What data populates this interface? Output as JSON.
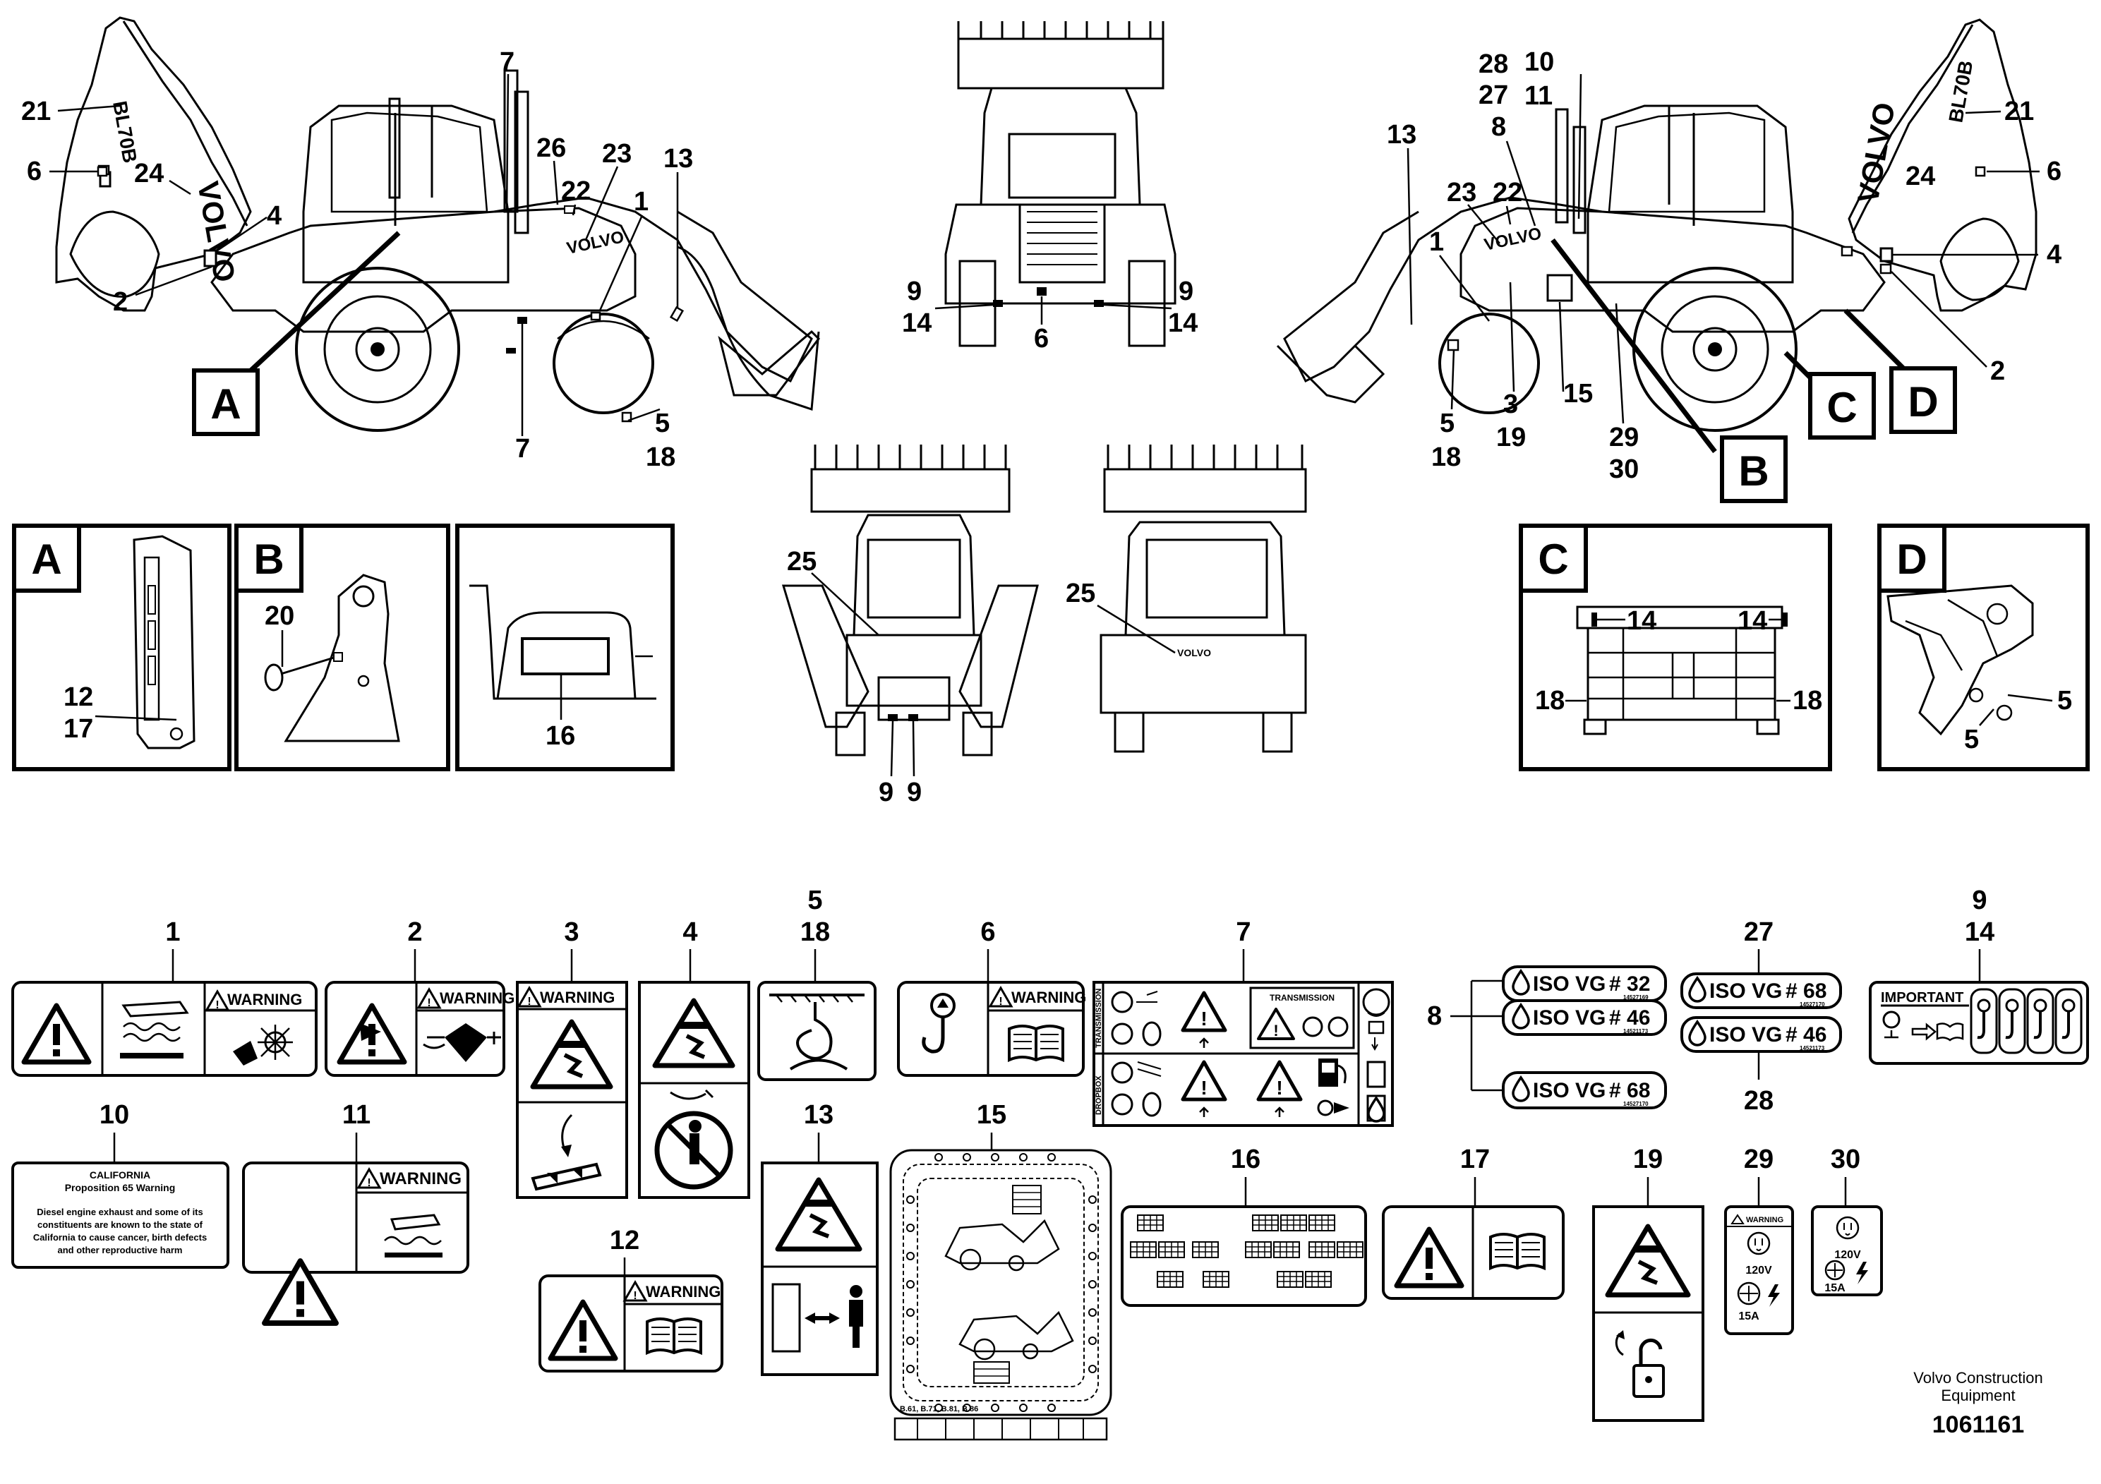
{
  "callouts": {
    "left_view": {
      "c21": "21",
      "c6": "6",
      "c24": "24",
      "c4": "4",
      "c2": "2",
      "c7a": "7",
      "c7b": "7",
      "c26": "26",
      "c22": "22",
      "c23": "23",
      "c13": "13",
      "c1": "1",
      "c5": "5",
      "c18": "18",
      "detail": "A"
    },
    "front_view": {
      "c9a": "9",
      "c14a": "14",
      "c6": "6",
      "c9b": "9",
      "c14b": "14"
    },
    "rear_view_1": {
      "c25": "25",
      "c9a": "9",
      "c9b": "9"
    },
    "rear_view_2": {
      "c25": "25"
    },
    "right_view": {
      "c28": "28",
      "c27": "27",
      "c10": "10",
      "c11": "11",
      "c8": "8",
      "c13": "13",
      "c23": "23",
      "c22": "22",
      "c1": "1",
      "c21": "21",
      "c6": "6",
      "c24": "24",
      "c4": "4",
      "c2": "2",
      "c3": "3",
      "c19": "19",
      "c15": "15",
      "c29": "29",
      "c30": "30",
      "c5": "5",
      "c18": "18",
      "detail_b": "B",
      "detail_c": "C",
      "detail_d": "D"
    }
  },
  "details": {
    "A": {
      "letter": "A",
      "c12": "12",
      "c17": "17"
    },
    "B": {
      "letter": "B",
      "c20": "20"
    },
    "unlabeled": {
      "c16": "16"
    },
    "C": {
      "letter": "C",
      "c14a": "14",
      "c14b": "14",
      "c18a": "18",
      "c18b": "18"
    },
    "D": {
      "letter": "D",
      "c5a": "5",
      "c5b": "5"
    }
  },
  "decals": {
    "d1": {
      "num": "1",
      "warning": "WARNING"
    },
    "d2": {
      "num": "2",
      "warning": "WARNING"
    },
    "d3": {
      "num": "3",
      "warning": "WARNING"
    },
    "d4": {
      "num": "4"
    },
    "d5": {
      "num_top": "5",
      "num_bottom": "18"
    },
    "d6": {
      "num": "6",
      "warning": "WARNING"
    },
    "d7": {
      "num": "7",
      "transmission_left": "TRANSMISSION",
      "transmission_right": "TRANSMISSION",
      "dropbox": "DROPBOX"
    },
    "d8": {
      "num": "8",
      "labels": [
        {
          "iso": "ISO  VG",
          "grade": "# 32",
          "part": "14527169"
        },
        {
          "iso": "ISO  VG",
          "grade": "# 46",
          "part": "14521173"
        },
        {
          "iso": "ISO  VG",
          "grade": "# 68",
          "part": "14527170"
        }
      ]
    },
    "d9": {
      "num_top": "9",
      "num_bottom": "14",
      "important": "IMPORTANT"
    },
    "d27_28": {
      "num_top": "27",
      "num_bottom": "28",
      "top": {
        "iso": "ISO  VG",
        "grade": "# 68",
        "part": "14527170"
      },
      "bottom": {
        "iso": "ISO  VG",
        "grade": "# 46",
        "part": "14521173"
      }
    },
    "d10": {
      "num": "10",
      "title": "CALIFORNIA",
      "subtitle": "Proposition 65 Warning",
      "body_lines": [
        "Diesel engine exhaust and some of its",
        "constituents are known to the state of",
        "California to cause cancer, birth defects",
        "and other reproductive harm"
      ]
    },
    "d11": {
      "num": "11",
      "warning": "WARNING"
    },
    "d12": {
      "num": "12",
      "warning": "WARNING"
    },
    "d13": {
      "num": "13"
    },
    "d15": {
      "num": "15",
      "model_codes": "B.61, B.71, B.81, B.86"
    },
    "d16": {
      "num": "16"
    },
    "d17": {
      "num": "17"
    },
    "d19": {
      "num": "19"
    },
    "d29": {
      "num": "29",
      "warning": "WARNING",
      "voltage": "120V",
      "amps": "15A"
    },
    "d30": {
      "num": "30",
      "voltage": "120V",
      "amps": "15A"
    }
  },
  "footer": {
    "company_line1": "Volvo Construction",
    "company_line2": "Equipment",
    "drawing_number": "1061161"
  },
  "colors": {
    "ink": "#000000",
    "paper": "#ffffff"
  }
}
